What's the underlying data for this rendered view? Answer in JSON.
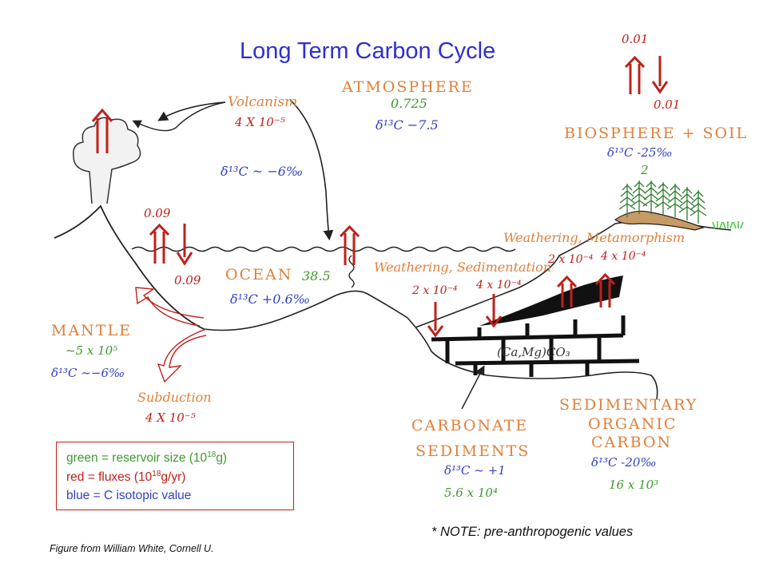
{
  "title": "Long Term Carbon Cycle",
  "atmosphere": {
    "label": "ATMOSPHERE",
    "size": "0.725",
    "isotope": "δ¹³C −7.5"
  },
  "volcanism": {
    "label": "Volcanism",
    "flux": "4 X 10⁻⁵"
  },
  "atmos_isotope_note": "δ¹³C ~ −6‰",
  "biosphere": {
    "label": "BIOSPHERE + SOIL",
    "isotope": "δ¹³C -25‰",
    "size": "2",
    "flux_up": "0.01",
    "flux_down": "0.01"
  },
  "ocean": {
    "label": "OCEAN",
    "size": "38.5",
    "isotope": "δ¹³C +0.6‰",
    "flux_up": "0.09",
    "flux_down": "0.09"
  },
  "mantle": {
    "label": "MANTLE",
    "size": "~5 x 10⁵",
    "isotope": "δ¹³C ~−6‰"
  },
  "subduction": {
    "label": "Subduction",
    "flux": "4 X 10⁻⁵"
  },
  "weathering_sed": {
    "label": "Weathering, Sedimentation",
    "flux_a": "2 x 10⁻⁴",
    "flux_b": "4 x 10⁻⁴"
  },
  "weathering_meta": {
    "label": "Weathering, Metamorphism",
    "flux_a": "2 x 10⁻⁴",
    "flux_b": "4 x 10⁻⁴"
  },
  "carbonate_formula": "(Ca,Mg)CO₃",
  "carbonate_sediments": {
    "label_1": "CARBONATE",
    "label_2": "SEDIMENTS",
    "isotope": "δ¹³C ~ +1",
    "size": "5.6 x 10⁴"
  },
  "sed_organic": {
    "label_1": "SEDIMENTARY",
    "label_2": "ORGANIC",
    "label_3": "CARBON",
    "isotope": "δ¹³C -20‰",
    "size": "16 x 10³"
  },
  "legend": {
    "green_pre": "green = reservoir size (10",
    "green_sup": "18",
    "green_post": "g)",
    "red_pre": "red = fluxes (10",
    "red_sup": "18",
    "red_post": "g/yr)",
    "blue": "blue = C isotopic value"
  },
  "note": "* NOTE:   pre-anthropogenic values",
  "credit": "Figure from William White, Cornell U.",
  "colors": {
    "title": "#2f2fd0",
    "reservoir_label": "#e0803a",
    "size": "#3d9a2c",
    "flux": "#c0201a",
    "isotope": "#3340c8"
  }
}
